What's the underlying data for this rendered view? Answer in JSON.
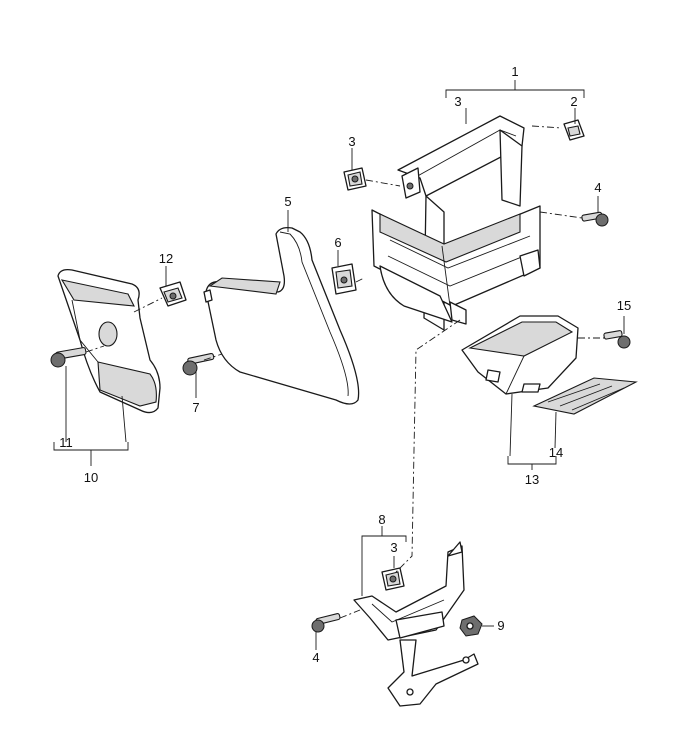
{
  "callouts": {
    "c1": "1",
    "c2": "2",
    "c3a": "3",
    "c3b": "3",
    "c3c": "3",
    "c4a": "4",
    "c4b": "4",
    "c5": "5",
    "c6": "6",
    "c7": "7",
    "c8": "8",
    "c9": "9",
    "c10": "10",
    "c11": "11",
    "c12": "12",
    "c13": "13",
    "c14": "14",
    "c15": "15"
  },
  "colors": {
    "line": "#1a1a1a",
    "shade": "#d9d9d9",
    "background": "#ffffff"
  }
}
